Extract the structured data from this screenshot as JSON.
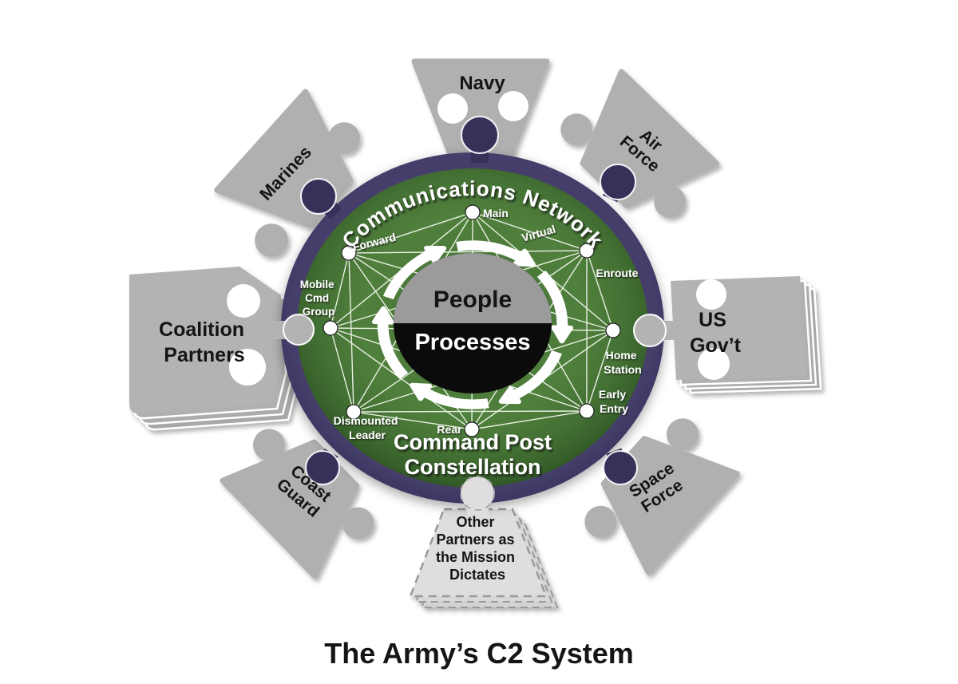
{
  "title": "The Army’s C2 System",
  "ring": {
    "top_arc_label": "Communications Network",
    "bottom_label_line1": "Command Post",
    "bottom_label_line2": "Constellation"
  },
  "center": {
    "top": "People",
    "bottom": "Processes"
  },
  "nodes": {
    "main": "Main",
    "virtual": "Virtual",
    "forward": "Forward",
    "mobile_cmd_group": [
      "Mobile",
      "Cmd",
      "Group"
    ],
    "enroute": "Enroute",
    "home_station": [
      "Home",
      "Station"
    ],
    "early_entry": [
      "Early",
      "Entry"
    ],
    "rear": "Rear",
    "dismounted_leader": [
      "Dismounted",
      "Leader"
    ]
  },
  "partners": {
    "navy": "Navy",
    "air_force": [
      "Air",
      "Force"
    ],
    "marines": "Marines",
    "coalition_partners": [
      "Coalition",
      "Partners"
    ],
    "us_govt": [
      "US",
      "Gov’t"
    ],
    "coast_guard": [
      "Coast",
      "Guard"
    ],
    "space_force": [
      "Space",
      "Force"
    ],
    "other_partners": [
      "Other",
      "Partners as",
      "the Mission",
      "Dictates"
    ]
  },
  "colors": {
    "ring_purple": "#443c68",
    "knob_purple": "#37315a",
    "green": "#4b7839",
    "puzzle_gray": "#b1b0b0",
    "light_gray": "#dedede",
    "title_black": "#151515"
  }
}
